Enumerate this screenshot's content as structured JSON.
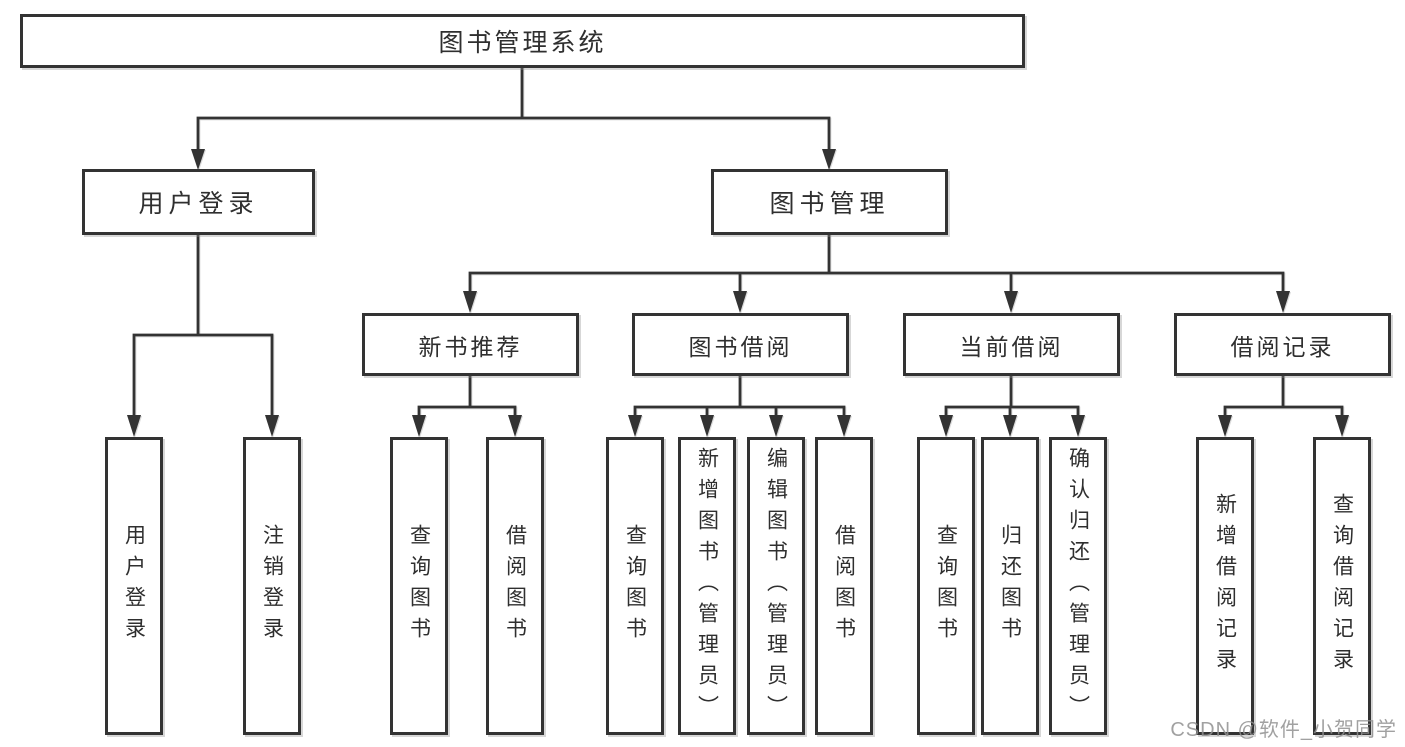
{
  "tree": {
    "root": "图书管理系统",
    "children": [
      {
        "label": "用户登录",
        "children": [
          {
            "label": "用户登录"
          },
          {
            "label": "注销登录"
          }
        ]
      },
      {
        "label": "图书管理",
        "children": [
          {
            "label": "新书推荐",
            "children": [
              {
                "label": "查询图书"
              },
              {
                "label": "借阅图书"
              }
            ]
          },
          {
            "label": "图书借阅",
            "children": [
              {
                "label": "查询图书"
              },
              {
                "label": "新增图书（管理员）"
              },
              {
                "label": "编辑图书（管理员）"
              },
              {
                "label": "借阅图书"
              }
            ]
          },
          {
            "label": "当前借阅",
            "children": [
              {
                "label": "查询图书"
              },
              {
                "label": "归还图书"
              },
              {
                "label": "确认归还（管理员）"
              }
            ]
          },
          {
            "label": "借阅记录",
            "children": [
              {
                "label": "新增借阅记录"
              },
              {
                "label": "查询借阅记录"
              }
            ]
          }
        ]
      }
    ]
  },
  "watermark": {
    "text": "CSDN @软件_小贺同学"
  },
  "colors": {
    "line": "#333333",
    "box_border": "#333333",
    "box_fill": "#ffffff",
    "text": "#2f2f2f",
    "watermark": "#919191",
    "background": "#ffffff"
  }
}
